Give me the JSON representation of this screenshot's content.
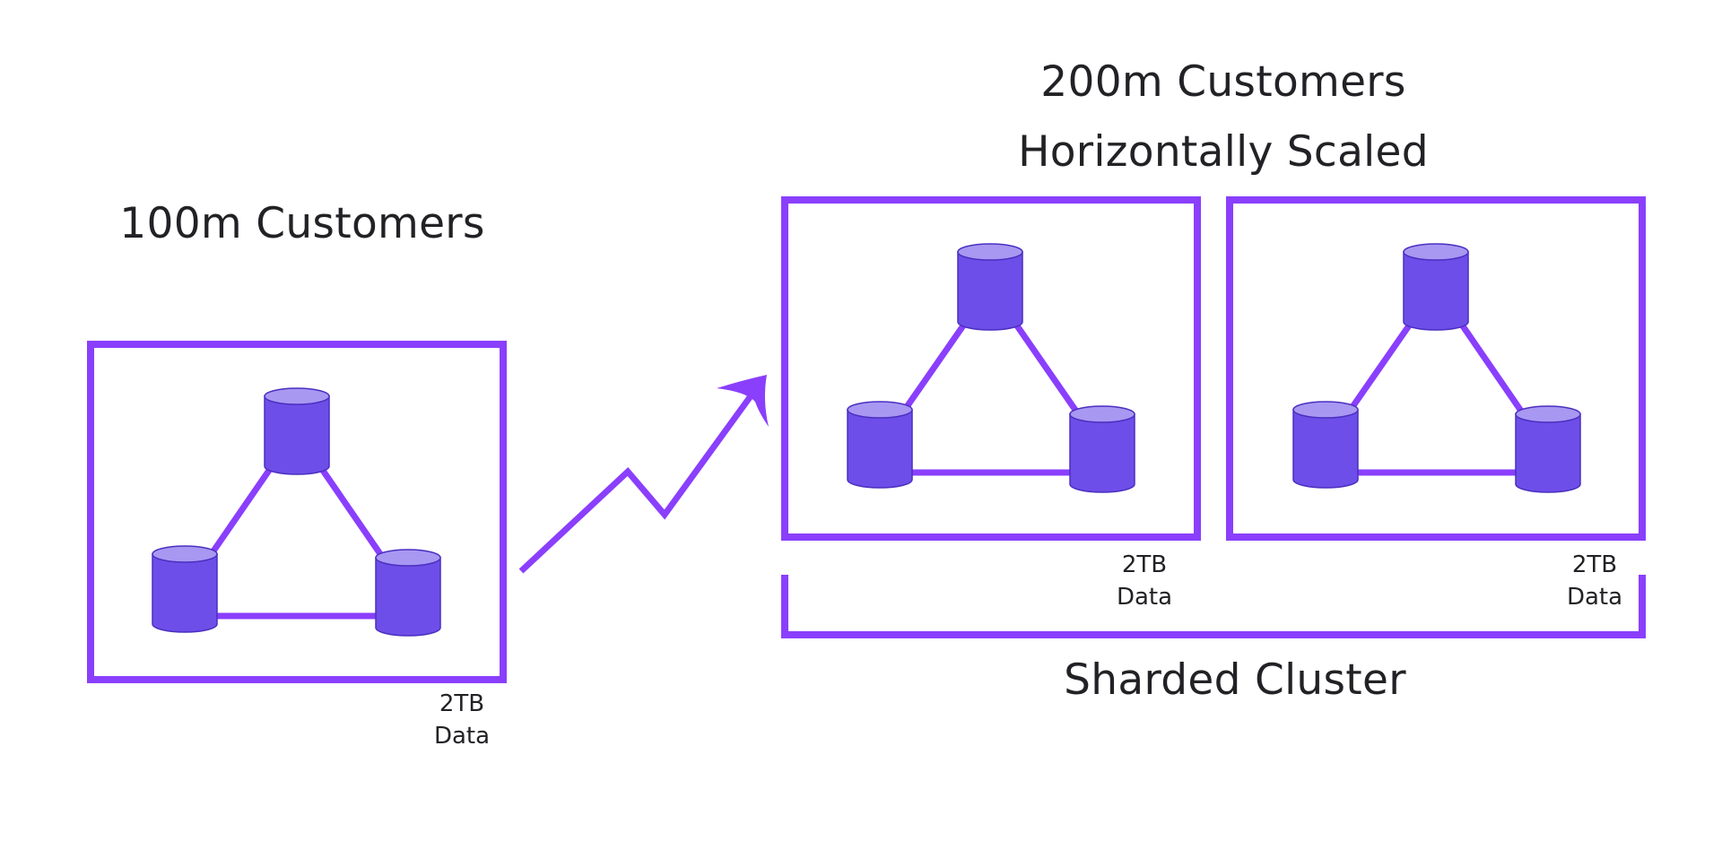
{
  "colors": {
    "frame": "#8a3ffc",
    "connector": "#8a3ffc",
    "cylinder_body": "#6e4ee8",
    "cylinder_top": "#a898f2",
    "cylinder_outline": "#4a2fc0",
    "text": "#222226"
  },
  "left_group": {
    "title": "100m Customers",
    "data_label_line1": "2TB",
    "data_label_line2": "Data"
  },
  "right_group": {
    "title_line1": "200m Customers",
    "title_line2": "Horizontally Scaled",
    "shard_1": {
      "data_label_line1": "2TB",
      "data_label_line2": "Data"
    },
    "shard_2": {
      "data_label_line1": "2TB",
      "data_label_line2": "Data"
    },
    "cluster_label": "Sharded Cluster"
  }
}
